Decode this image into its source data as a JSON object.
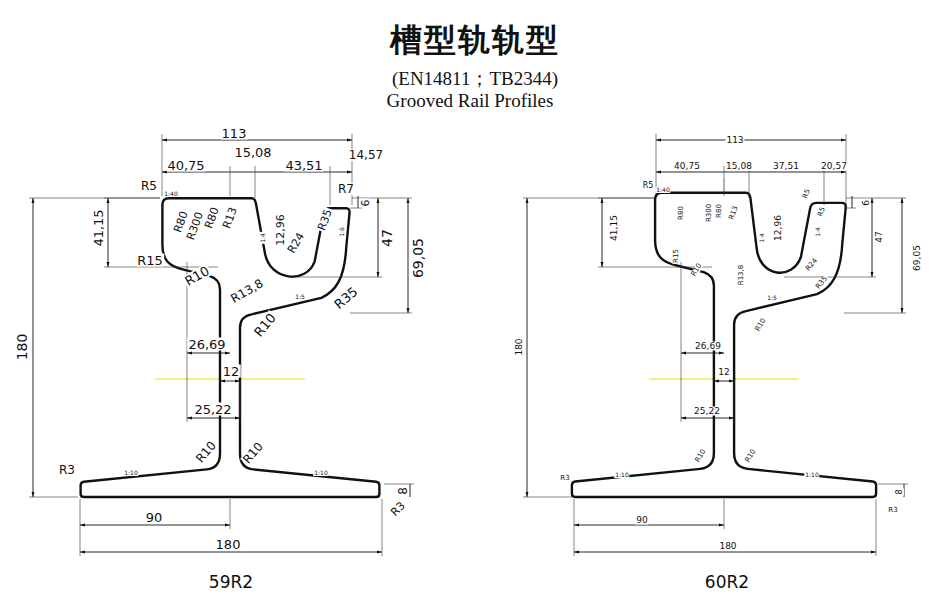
{
  "diagram": {
    "title": "槽型轨轨型",
    "labels": [
      "(EN14811；TB2344)",
      "Grooved Rail Profiles",
      "113",
      "40,75",
      "15,08",
      "43,51",
      "14,57",
      "R5",
      "1:40",
      "R7",
      "6",
      "41,15",
      "R80",
      "R300",
      "R80",
      "R13",
      "1:4",
      "12,96",
      "R24",
      "R35",
      "1:6",
      "47",
      "69,05",
      "R15",
      "R10",
      "R13,8",
      "1:5",
      "R35",
      "R10",
      "180",
      "26,69",
      "12",
      "25,22",
      "R10",
      "R10",
      "R3",
      "1:10",
      "1:10",
      "8",
      "R3",
      "90",
      "180",
      "59R2",
      "113",
      "40,75",
      "15,08",
      "37,51",
      "20,57",
      "R5",
      "1:40",
      "R5",
      "R5",
      "6",
      "41,15",
      "R80",
      "R300",
      "R80",
      "R13",
      "1:4",
      "12,96",
      "1:4",
      "47",
      "69,05",
      "R15",
      "R10",
      "R13,8",
      "R24",
      "R35",
      "1:5",
      "R10",
      "180",
      "26,69",
      "12",
      "25,22",
      "R10",
      "R10",
      "R3",
      "1:10",
      "1:10",
      "8",
      "R3",
      "90",
      "180",
      "60R2"
    ]
  }
}
